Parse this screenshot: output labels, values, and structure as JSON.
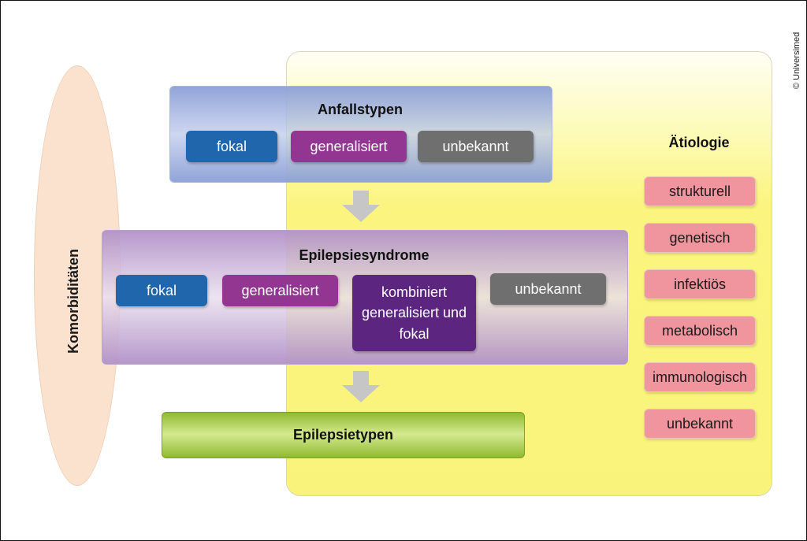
{
  "copyright": "© Universimed",
  "comorbidities": {
    "label": "Komorbiditäten"
  },
  "seizure_types": {
    "title": "Anfallstypen",
    "items": [
      "fokal",
      "generalisiert",
      "unbekannt"
    ]
  },
  "epilepsy_syndromes": {
    "title": "Epilepsiesyndrome",
    "items": [
      "fokal",
      "generalisiert",
      "kombiniert generalisiert und fokal",
      "unbekannt"
    ]
  },
  "epilepsy_types": {
    "title": "Epilepsietypen"
  },
  "etiology": {
    "title": "Ätiologie",
    "items": [
      "strukturell",
      "genetisch",
      "infektiös",
      "metabolisch",
      "immunologisch",
      "unbekannt"
    ]
  },
  "colors": {
    "focal": "#1f66ad",
    "generalized": "#933692",
    "combined": "#5b2580",
    "unknown": "#6f6f6f",
    "etiology_item": "#f0949d",
    "etiology_panel": "#faf37b",
    "epilepsy_types": "#8fbb2e",
    "comorbidities": "#fbe2cf"
  }
}
